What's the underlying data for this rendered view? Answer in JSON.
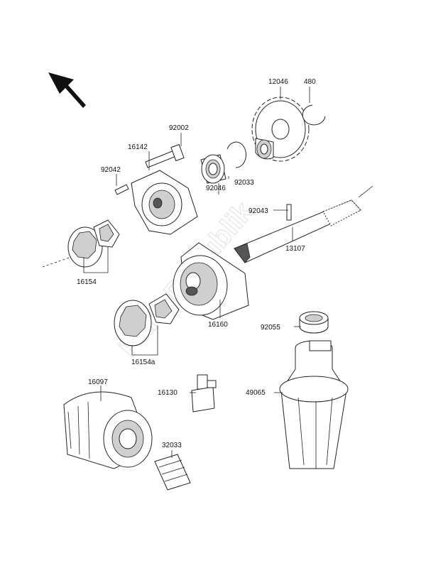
{
  "diagram": {
    "watermark": "PartsRepublik",
    "labels": {
      "p12046": "12046",
      "p480": "480",
      "p92002": "92002",
      "p16142": "16142",
      "p92042": "92042",
      "p92046": "92046",
      "p92033": "92033",
      "p92043": "92043",
      "p13107": "13107",
      "p16154": "16154",
      "p16160": "16160",
      "p92055": "92055",
      "p16154a": "16154a",
      "p16097": "16097",
      "p16130": "16130",
      "p49065": "49065",
      "p32033": "32033"
    }
  }
}
